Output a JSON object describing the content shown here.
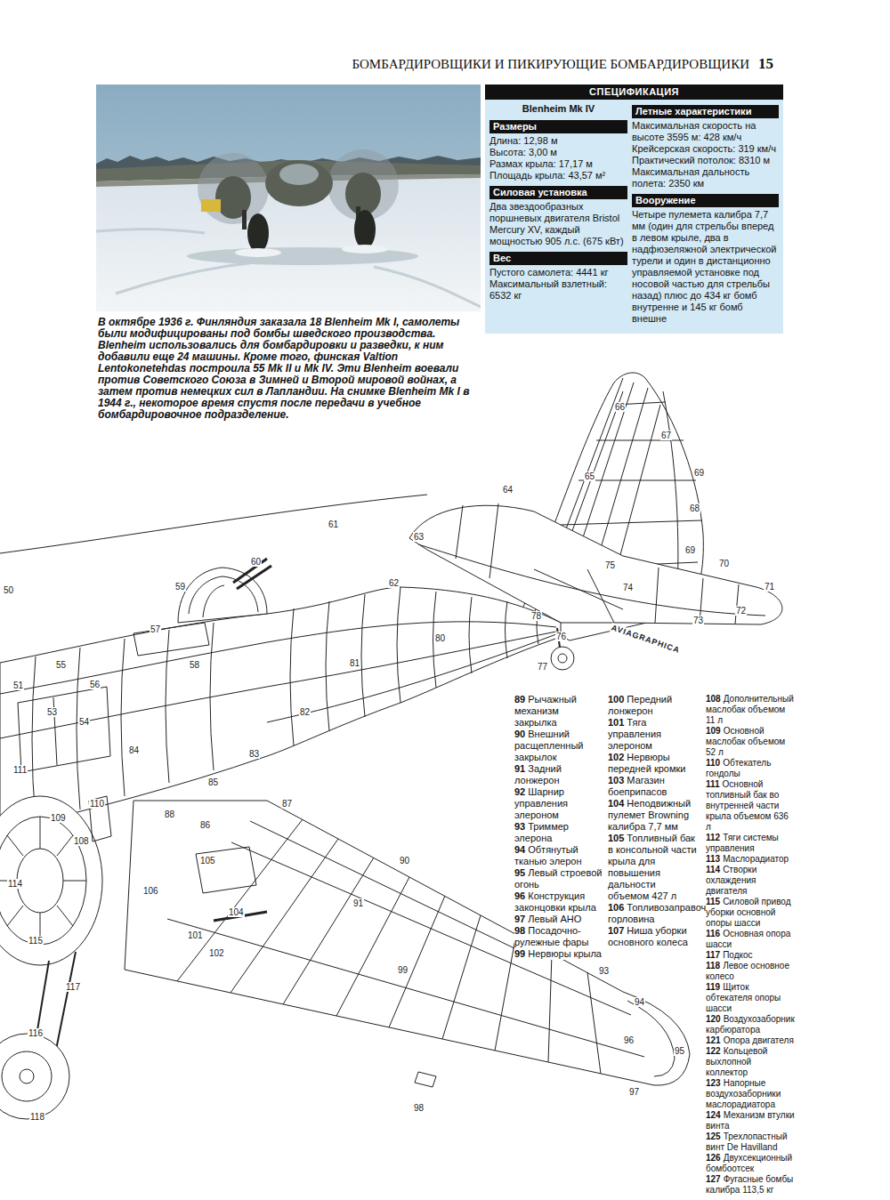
{
  "diagram": {
    "title": "БОМБАРДИРОВЩИКИ И ПИКИРУЮЩИЕ БОМБАРДИРОВЩИКИ",
    "caption": "В октябре 1936 г. Финляндия заказала 18 Blenheim Mk I, самолеты были модифицированы под бомбы шведского производства. Blenheim использовались для бомбардировки и разведки, к ним добавили еще 24 машины. Кроме того, финская Valtion Lentokonetehdas построила 55 Mk II и Mk IV. Эти Blenheim воевали против Советского Союза в Зимней и Второй мировой войнах, а затем против немецких сил в Лапландии. На снимке Blenheim Mk I в 1944 г., некоторое время спустя после передачи в учебное бомбардировочное подразделение.",
    "nodes": [
      {
        "text": [
          "СПЕЦИФИКАЦИЯ",
          "Blenheim Mk IV"
        ]
      },
      {
        "text": [
          "Размеры",
          "Длина: 12,98 м",
          "Высота: 3,00 м",
          "Размах крыла: 17,17 м",
          "Площадь крыла: 43,57 м²"
        ],
        "in": 0
      },
      {
        "text": [
          "Силовая установка",
          "Два звездообразных поршневых двигателя Bristol Mercury XV, каждый мощностью 905 л.с. (675 кВт)"
        ],
        "in": 0
      },
      {
        "text": [
          "Вес",
          "Пустого самолета: 4441 кг",
          "Максимальный взлетный: 6532 кг"
        ],
        "in": 0
      },
      {
        "text": [
          "Летные характеристики",
          "Максимальная скорость на высоте 3595 м: 428 км/ч",
          "Крейсерская скорость: 319 км/ч",
          "Практический потолок: 8310 м",
          "Максимальная дальность полета: 2350 км"
        ],
        "in": 0
      },
      {
        "text": [
          "Вооружение",
          "Четыре пулемета калибра 7,7 мм (один для стрельбы вперед в левом крыле, два в надфюзеляжной электрической турели и один в дистанционно управляемой установке под носовой частью для стрельбы назад) плюс до 434 кг бомб внутренне и 145 кг бомб внешне"
        ],
        "in": 0
      }
    ],
    "labels": [
      "15",
      "50",
      "51",
      "53",
      "54",
      "55",
      "56",
      "57",
      "58",
      "59",
      "60",
      "61",
      "62",
      "63",
      "64",
      "65",
      "66",
      "67",
      "68",
      "69",
      "69",
      "70",
      "71",
      "72",
      "73",
      "74",
      "75",
      "76",
      "77",
      "78",
      "80",
      "81",
      "82",
      "83",
      "84",
      "85",
      "86",
      "87",
      "88",
      "90",
      "91",
      "93",
      "94",
      "95",
      "96",
      "97",
      "98",
      "99",
      "101",
      "102",
      "104",
      "105",
      "106",
      "108",
      "109",
      "110",
      "111",
      "114",
      "115",
      "116",
      "117",
      "118",
      "AVIAGRAPHICA",
      "89",
      "Рычажный механизм закрылка",
      "90",
      "Внешний расщепленный закрылок",
      "91",
      "Задний лонжерон",
      "92",
      "Шарнир управления элероном",
      "93",
      "Триммер элерона",
      "94",
      "Обтянутый тканью элерон",
      "95",
      "Левый строевой огонь",
      "96",
      "Конструкция законцовки крыла",
      "97",
      "Левый АНО",
      "98",
      "Посадочно-рулежные фары",
      "99",
      "Нервюры крыла",
      "100",
      "Передний лонжерон",
      "101",
      "Тяга управления элероном",
      "102",
      "Нервюры передней кромки",
      "103",
      "Магазин боеприпасов",
      "104",
      "Неподвижный пулемет Browning калибра 7,7 мм",
      "105",
      "Топливный бак в консольной части крыла для повышения дальности объемом 427 л",
      "106",
      "Топливозаправочная горловина",
      "107",
      "Ниша уборки основного колеса",
      "108",
      "Дополнительный маслобак объемом 11 л",
      "109",
      "Основной маслобак объемом 52 л",
      "110",
      "Обтекатель гондолы",
      "111",
      "Основной топливный бак во внутренней части крыла объемом 636 л",
      "112",
      "Тяги системы управления",
      "113",
      "Маслорадиатор",
      "114",
      "Створки охлаждения двигателя",
      "115",
      "Силовой привод уборки основной опоры шасси",
      "116",
      "Основная опора шасси",
      "117",
      "Подкос",
      "118",
      "Левое основное колесо",
      "119",
      "Щиток обтекателя опоры шасси",
      "120",
      "Воздухозаборник карбюратора",
      "121",
      "Опора двигателя",
      "122",
      "Кольцевой выхлопной коллектор",
      "123",
      "Напорные воздухозаборники маслорадиатора",
      "124",
      "Механизм втулки винта",
      "125",
      "Трехлопастный винт De Havilland",
      "126",
      "Двухсекционный бомбоотсек",
      "127",
      "Фугасные бомбы калибра 113,5 кг"
    ]
  }
}
